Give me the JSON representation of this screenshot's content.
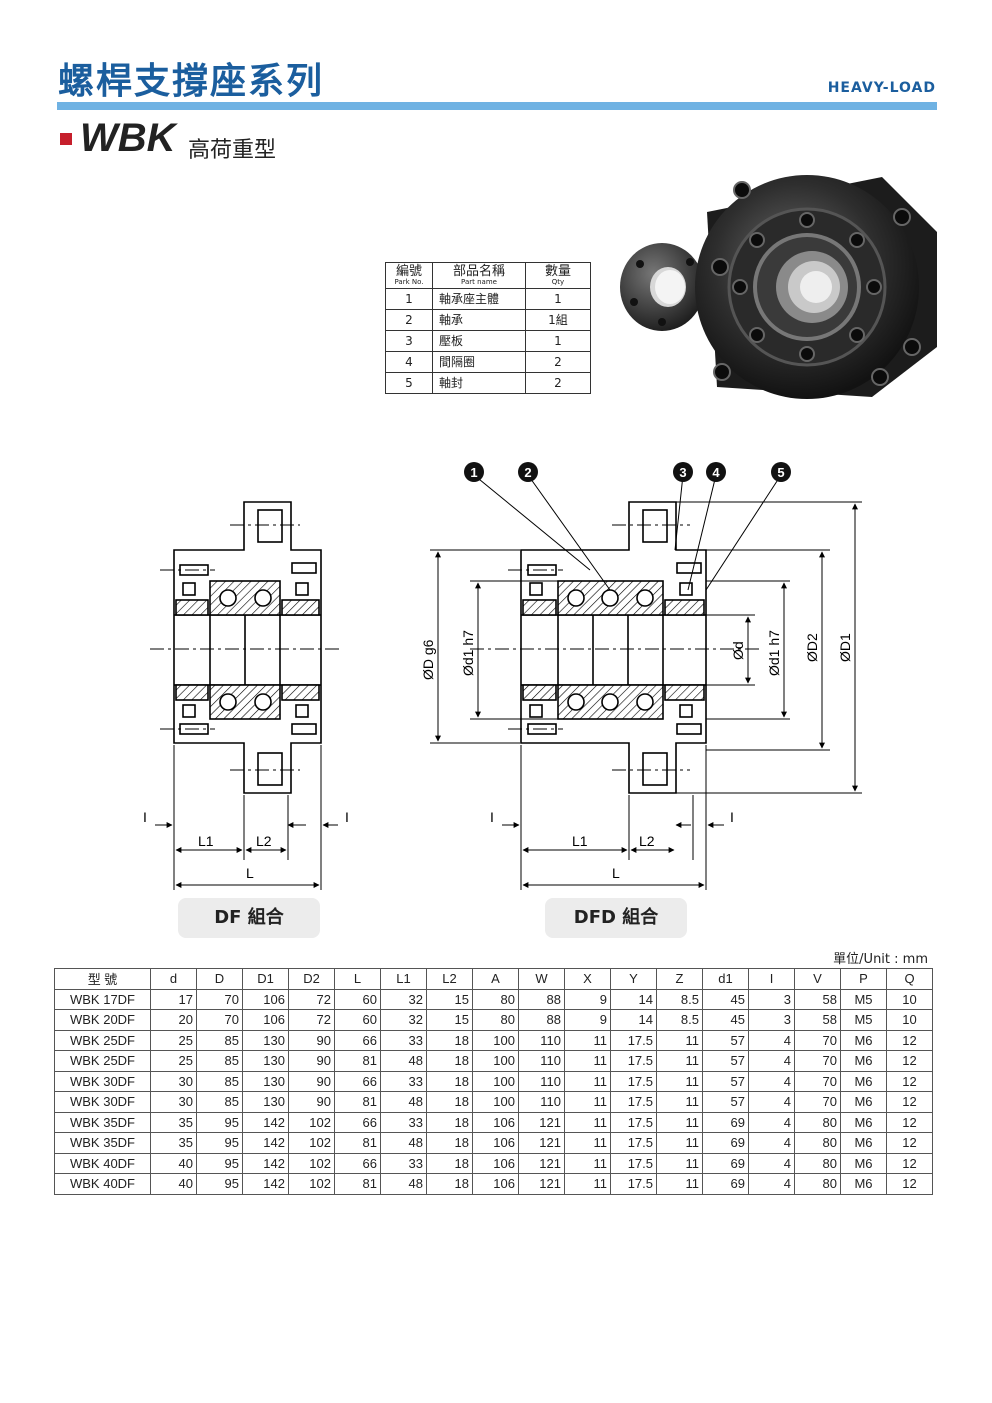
{
  "header": {
    "title": "螺桿支撐座系列",
    "tagline": "HEAVY-LOAD",
    "model": "WBK",
    "model_type": "高荷重型"
  },
  "parts_table": {
    "headers": [
      {
        "zh": "編號",
        "en": "Park No."
      },
      {
        "zh": "部品名稱",
        "en": "Part name"
      },
      {
        "zh": "數量",
        "en": "Qty"
      }
    ],
    "rows": [
      {
        "no": "1",
        "name": "軸承座主體",
        "qty": "1"
      },
      {
        "no": "2",
        "name": "軸承",
        "qty": "1組"
      },
      {
        "no": "3",
        "name": "壓板",
        "qty": "1"
      },
      {
        "no": "4",
        "name": "間隔圈",
        "qty": "2"
      },
      {
        "no": "5",
        "name": "軸封",
        "qty": "2"
      }
    ]
  },
  "drawing": {
    "callouts": [
      "1",
      "2",
      "3",
      "4",
      "5"
    ],
    "df_dims": {
      "i": "I",
      "l1": "L1",
      "l2": "L2",
      "l": "L"
    },
    "dfd_dims": {
      "i": "I",
      "l1": "L1",
      "l2": "L2",
      "l": "L",
      "dg6": "ØD g6",
      "d1h7_left": "Ød1 h7",
      "d": "Ød",
      "d1h7_right": "Ød1 h7",
      "d2": "ØD2",
      "d1": "ØD1"
    },
    "df_label": "DF 組合",
    "dfd_label": "DFD 組合"
  },
  "unit_note": "單位/Unit : mm",
  "spec_table": {
    "headers": [
      "型 號",
      "d",
      "D",
      "D1",
      "D2",
      "L",
      "L1",
      "L2",
      "A",
      "W",
      "X",
      "Y",
      "Z",
      "d1",
      "I",
      "V",
      "P",
      "Q"
    ],
    "rows": [
      [
        "WBK 17DF",
        "17",
        "70",
        "106",
        "72",
        "60",
        "32",
        "15",
        "80",
        "88",
        "9",
        "14",
        "8.5",
        "45",
        "3",
        "58",
        "M5",
        "10"
      ],
      [
        "WBK 20DF",
        "20",
        "70",
        "106",
        "72",
        "60",
        "32",
        "15",
        "80",
        "88",
        "9",
        "14",
        "8.5",
        "45",
        "3",
        "58",
        "M5",
        "10"
      ],
      [
        "WBK 25DF",
        "25",
        "85",
        "130",
        "90",
        "66",
        "33",
        "18",
        "100",
        "110",
        "11",
        "17.5",
        "11",
        "57",
        "4",
        "70",
        "M6",
        "12"
      ],
      [
        "WBK 25DF",
        "25",
        "85",
        "130",
        "90",
        "81",
        "48",
        "18",
        "100",
        "110",
        "11",
        "17.5",
        "11",
        "57",
        "4",
        "70",
        "M6",
        "12"
      ],
      [
        "WBK 30DF",
        "30",
        "85",
        "130",
        "90",
        "66",
        "33",
        "18",
        "100",
        "110",
        "11",
        "17.5",
        "11",
        "57",
        "4",
        "70",
        "M6",
        "12"
      ],
      [
        "WBK 30DF",
        "30",
        "85",
        "130",
        "90",
        "81",
        "48",
        "18",
        "100",
        "110",
        "11",
        "17.5",
        "11",
        "57",
        "4",
        "70",
        "M6",
        "12"
      ],
      [
        "WBK 35DF",
        "35",
        "95",
        "142",
        "102",
        "66",
        "33",
        "18",
        "106",
        "121",
        "11",
        "17.5",
        "11",
        "69",
        "4",
        "80",
        "M6",
        "12"
      ],
      [
        "WBK 35DF",
        "35",
        "95",
        "142",
        "102",
        "81",
        "48",
        "18",
        "106",
        "121",
        "11",
        "17.5",
        "11",
        "69",
        "4",
        "80",
        "M6",
        "12"
      ],
      [
        "WBK 40DF",
        "40",
        "95",
        "142",
        "102",
        "66",
        "33",
        "18",
        "106",
        "121",
        "11",
        "17.5",
        "11",
        "69",
        "4",
        "80",
        "M6",
        "12"
      ],
      [
        "WBK 40DF",
        "40",
        "95",
        "142",
        "102",
        "81",
        "48",
        "18",
        "106",
        "121",
        "11",
        "17.5",
        "11",
        "69",
        "4",
        "80",
        "M6",
        "12"
      ]
    ]
  },
  "colors": {
    "brand_blue": "#1b5e9e",
    "bar_blue": "#6fb2e3",
    "accent_red": "#c61f2c"
  }
}
